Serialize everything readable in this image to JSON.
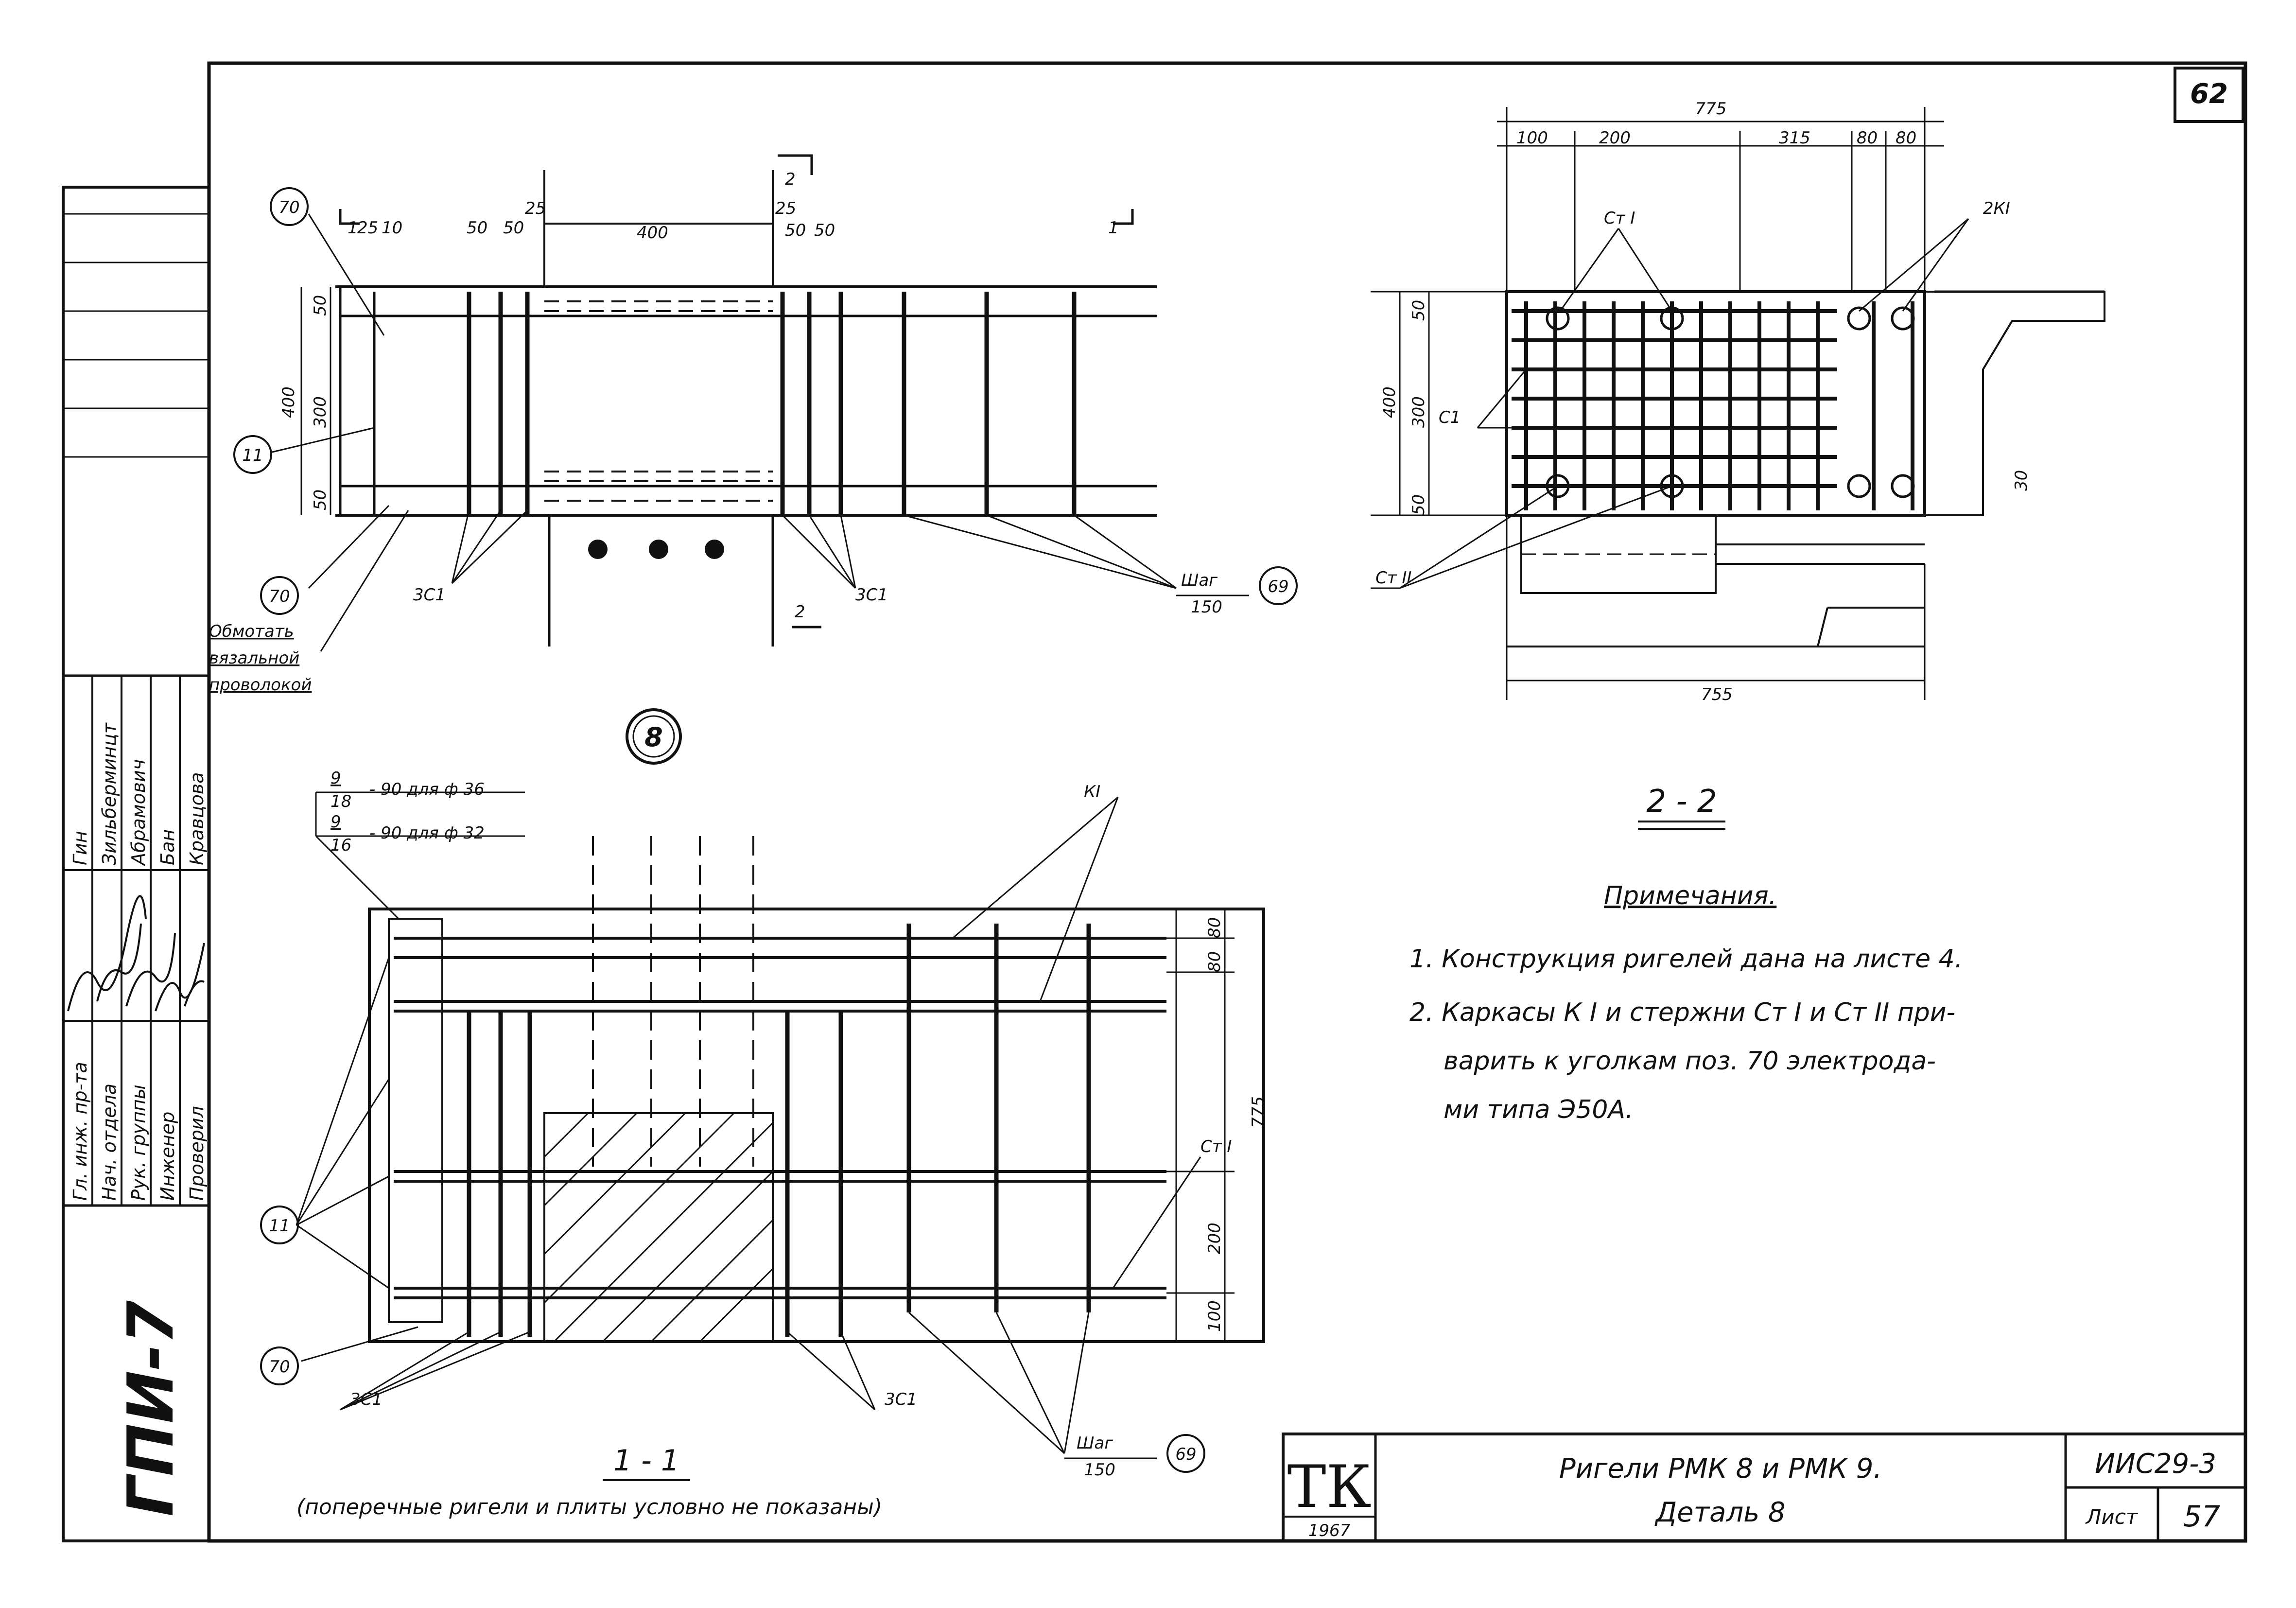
{
  "sheet": {
    "corner_number": "62",
    "vertical_code": "ГПИ-7"
  },
  "view_1_1_top": {
    "section_marks": [
      "1",
      "1"
    ],
    "section_2_marks": [
      "2",
      "2"
    ],
    "dims_top": [
      "25",
      "10",
      "50",
      "50",
      "25",
      "400",
      "25",
      "50",
      "50"
    ],
    "dims_left": [
      "50",
      "300",
      "50",
      "400"
    ],
    "callouts": [
      "70",
      "11",
      "70"
    ],
    "labels": [
      "3C1",
      "3C1",
      "Шаг",
      "150"
    ],
    "pitch_ref": "69",
    "note": [
      "Обмотать",
      "вязальной",
      "проволокой"
    ]
  },
  "view_2_2": {
    "dims_top": [
      "775",
      "100",
      "200",
      "315",
      "80",
      "80"
    ],
    "dims_left": [
      "50",
      "300",
      "50",
      "400"
    ],
    "dim_right": "30",
    "dim_bottom": "755",
    "labels": [
      "Ст I",
      "2КI",
      "С1",
      "Ст II"
    ],
    "title": "2 - 2"
  },
  "detail_mark": "8",
  "view_1_1_bottom": {
    "fraction1": {
      "num": "9",
      "den": "18",
      "text": "- 90 для ф 36"
    },
    "fraction2": {
      "num": "9",
      "den": "16",
      "text": "- 90 для ф 32"
    },
    "labels": [
      "КI",
      "Ст I",
      "3C1",
      "3C1",
      "Шаг",
      "150"
    ],
    "callouts": [
      "11",
      "70"
    ],
    "pitch_ref": "69",
    "dims_right": [
      "80",
      "80",
      "775",
      "200",
      "100"
    ],
    "title": "1 - 1",
    "subtitle": "(поперечные ригели и плиты условно не показаны)"
  },
  "notes": {
    "heading": "Примечания.",
    "lines": [
      "1. Конструкция ригелей дана на листе 4.",
      "2. Каркасы К I и стержни Ст I и Ст II при-",
      "варить к уголкам поз. 70 электрода-",
      "ми типа Э50А."
    ]
  },
  "title_block": {
    "logo": "ТК",
    "year": "1967",
    "title_line1": "Ригели РМК 8 и РМК 9.",
    "title_line2": "Деталь 8",
    "series": "ИИС29-3",
    "sheet_label": "Лист",
    "sheet_number": "57"
  },
  "stamp": {
    "roles": [
      "Гл. инж. пр-та",
      "Нач. отдела",
      "Рук. группы",
      "Инженер",
      "Проверил"
    ],
    "names": [
      "Гин",
      "Зильберминцт",
      "Абрамович",
      "Бан",
      "Кравцова"
    ]
  }
}
